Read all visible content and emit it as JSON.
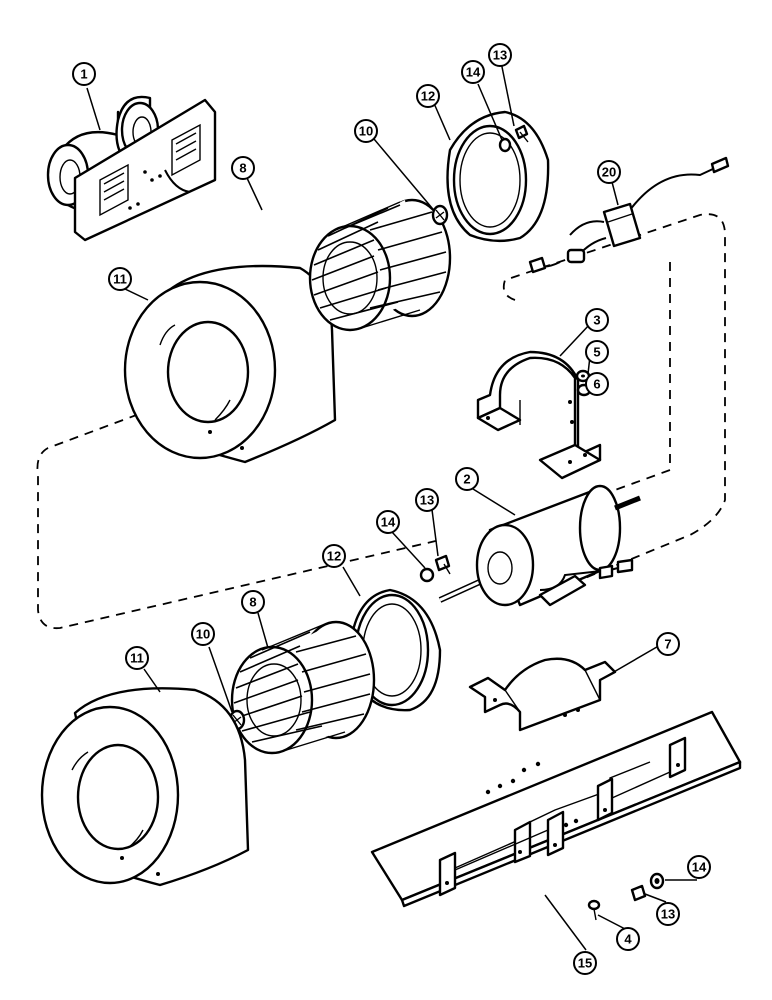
{
  "callouts": {
    "c1": "1",
    "c2": "2",
    "c3": "3",
    "c4": "4",
    "c5": "5",
    "c6": "6",
    "c7": "7",
    "c8a": "8",
    "c8b": "8",
    "c10a": "10",
    "c10b": "10",
    "c11a": "11",
    "c11b": "11",
    "c12a": "12",
    "c12b": "12",
    "c13a": "13",
    "c13b": "13",
    "c13c": "13",
    "c14a": "14",
    "c14b": "14",
    "c14c": "14",
    "c15": "15",
    "c20": "20"
  }
}
